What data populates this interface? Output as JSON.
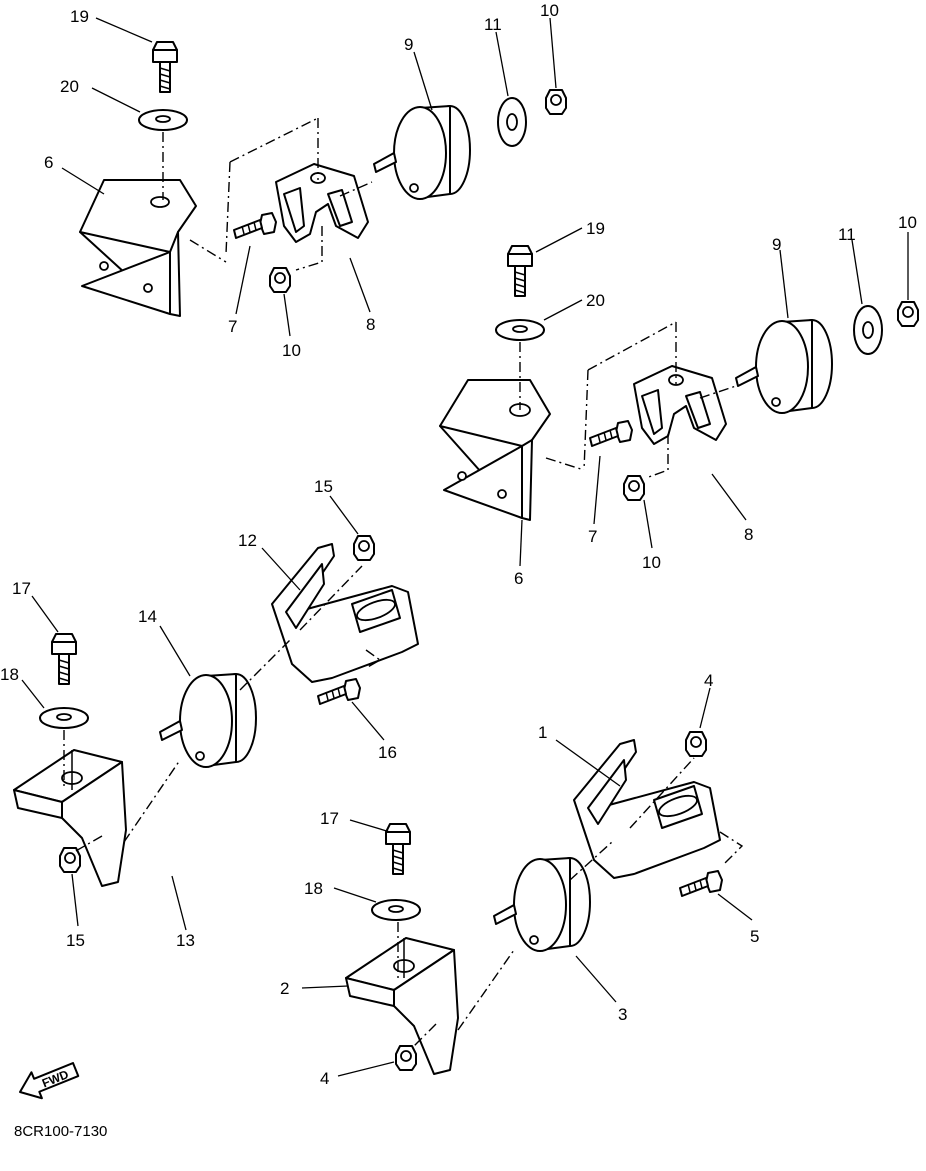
{
  "diagram_code": "8CR100-7130",
  "fwd_label": "FWD",
  "callouts": {
    "a19": "19",
    "a20": "20",
    "a6": "6",
    "a9": "9",
    "a11": "11",
    "a10t": "10",
    "a7": "7",
    "a10b": "10",
    "a8": "8",
    "b19": "19",
    "b20": "20",
    "b9": "9",
    "b11": "11",
    "b10t": "10",
    "b7": "7",
    "b8": "8",
    "b10b": "10",
    "b6": "6",
    "c15": "15",
    "c12": "12",
    "c17": "17",
    "c14": "14",
    "c18": "18",
    "c16": "16",
    "c15b": "15",
    "c13": "13",
    "d4t": "4",
    "d1": "1",
    "d17": "17",
    "d18": "18",
    "d5": "5",
    "d2": "2",
    "d3": "3",
    "d4b": "4"
  }
}
